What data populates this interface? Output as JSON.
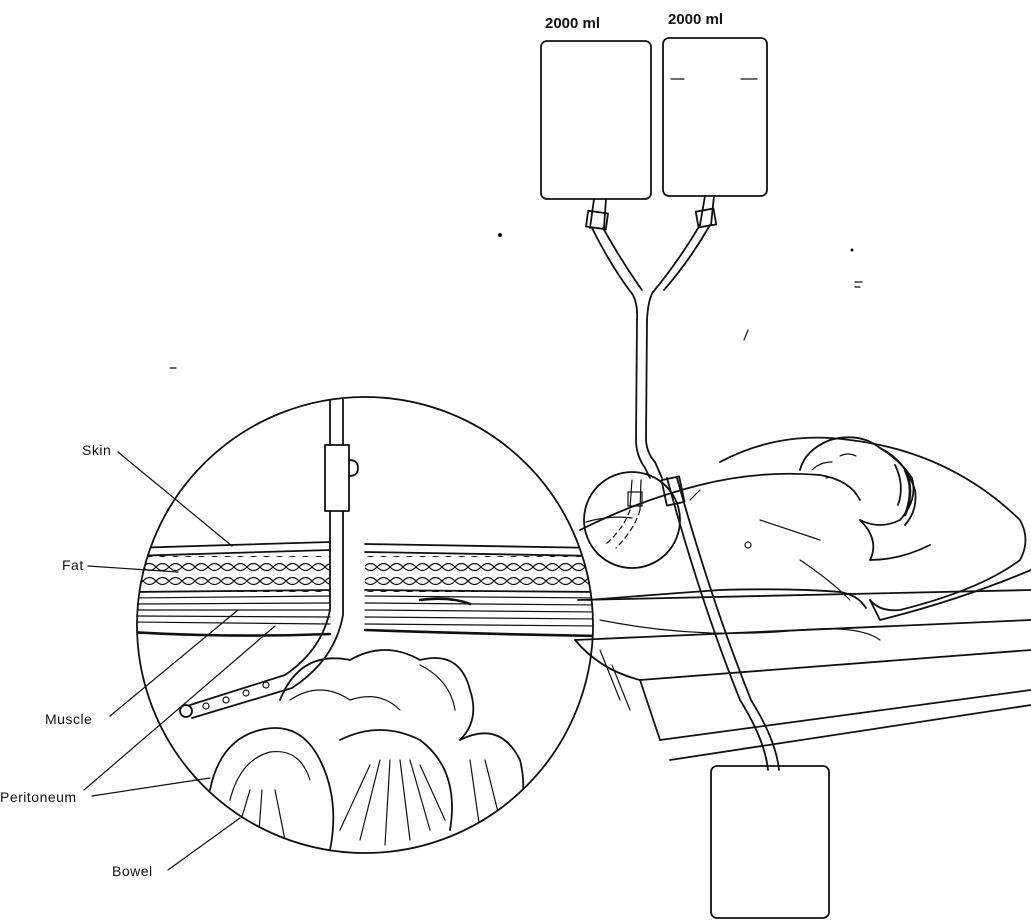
{
  "diagram": {
    "bags": [
      {
        "id": "bag-left",
        "volume_label": "2000 ml"
      },
      {
        "id": "bag-right",
        "volume_label": "2000 ml"
      }
    ],
    "layers": [
      {
        "id": "skin",
        "label": "Skin"
      },
      {
        "id": "fat",
        "label": "Fat"
      },
      {
        "id": "muscle",
        "label": "Muscle"
      },
      {
        "id": "peritoneum",
        "label": "Peritoneum"
      },
      {
        "id": "bowel",
        "label": "Bowel"
      }
    ]
  }
}
